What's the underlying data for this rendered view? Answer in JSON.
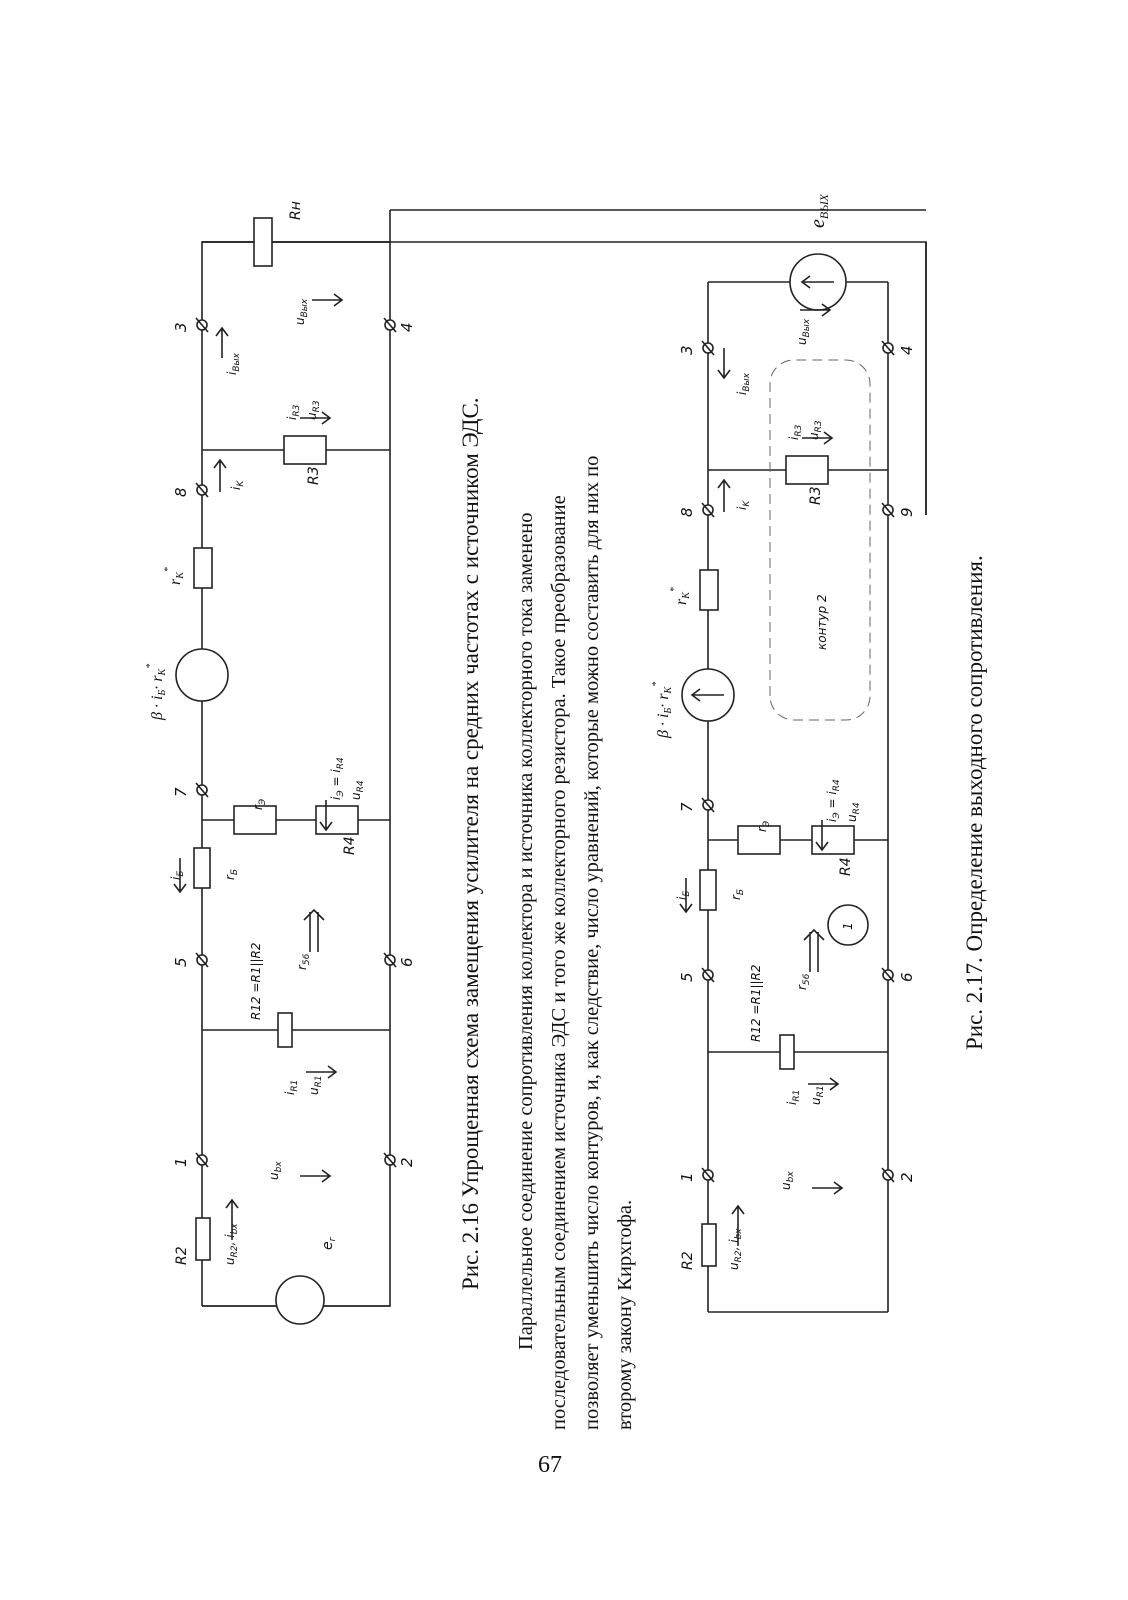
{
  "page_number": "67",
  "fig16": {
    "caption": "Рис. 2.16 Упрощенная схема замещения усилителя на средних частотах с источником ЭДС.",
    "nodes": [
      "1",
      "2",
      "5",
      "6",
      "7",
      "8",
      "3",
      "4"
    ],
    "labels": {
      "r2": "R2",
      "ur2": "u",
      "ur2_sub": "R2",
      "ibx": "i",
      "ibx_sub": "bx",
      "eg": "e",
      "eg_sub": "г",
      "ubx": "u",
      "ubx_sub": "bx",
      "ir1": "i",
      "ir1_sub": "R1",
      "ur1": "u",
      "ur1_sub": "R1",
      "r12": "R12 =R1||R2",
      "r56": "r",
      "r56_sub": "56",
      "ib": "i",
      "ib_sub": "Б",
      "rb": "r",
      "rb_sub": "Б",
      "re": "r",
      "re_sub": "Э",
      "r4": "R4",
      "ie": "i",
      "ie_sub": "Э",
      "eq": "=",
      "ir4": "i",
      "ir4_sub": "R4",
      "ur4": "u",
      "ur4_sub": "R4",
      "beta": "β · i",
      "beta_sub": "Б",
      "beta_rk": "· r",
      "rk_sub": "K",
      "star": "*",
      "rk": "r",
      "ik": "i",
      "ik_sub": "K",
      "r3": "R3",
      "ir3": "i",
      "ir3_sub": "R3",
      "ur3": "u",
      "ur3_sub": "R3",
      "ivyx": "i",
      "ivyx_sub": "Вых",
      "uvyx": "u",
      "uvyx_sub": "Вых",
      "rn": "Rн"
    }
  },
  "paragraph": [
    "Параллельное соединение сопротивления коллектора и источника коллекторного тока заменено",
    "последовательным соединением источника ЭДС и того же коллекторного резистора. Такое преобразование",
    "позволяет уменьшить число контуров, и, как следствие, число уравнений, которые можно составить для них по",
    "второму закону Кирхгофа."
  ],
  "fig17": {
    "caption": "Рис. 2.17. Определение выходного сопротивления.",
    "nodes": [
      "1",
      "2",
      "5",
      "6",
      "7",
      "8",
      "9",
      "3",
      "4"
    ],
    "loop1": "1",
    "loop2": "контур 2",
    "evyx": "e",
    "evyx_sub": "ВЫХ"
  }
}
